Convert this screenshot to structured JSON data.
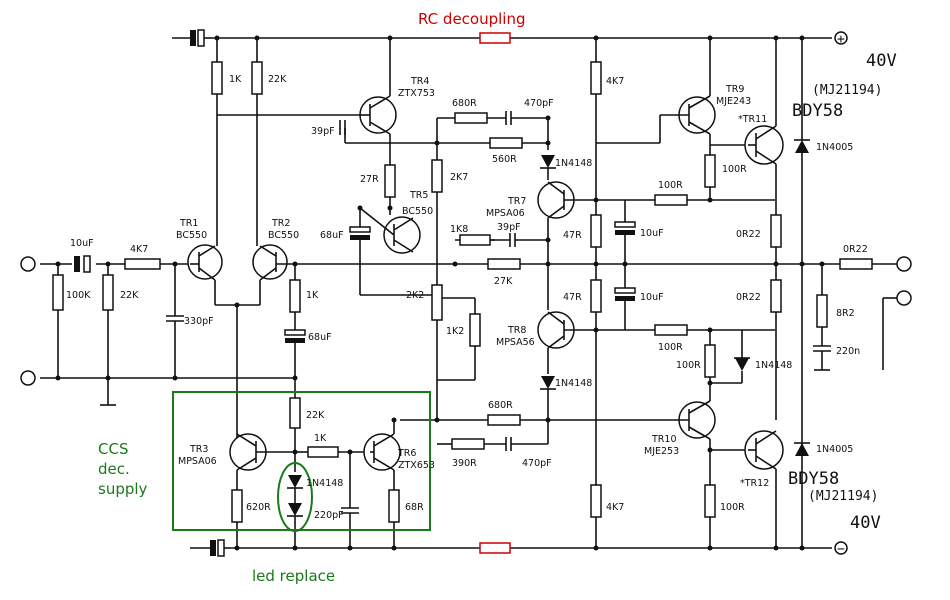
{
  "notes": {
    "rc_decoupling": "RC decoupling",
    "ccs_line1": "CCS",
    "ccs_line2": "dec.",
    "ccs_line3": "supply",
    "led_replace": "led replace"
  },
  "supply": {
    "pos_voltage": "40V",
    "neg_voltage": "40V",
    "pos_symbol": "+",
    "neg_symbol": "−",
    "output_upper": "BDY58",
    "output_upper_sub": "(MJ21194)",
    "output_lower": "BDY58",
    "output_lower_sub": "(MJ21194)"
  },
  "transistors": {
    "tr1": "TR1",
    "tr1_part": "BC550",
    "tr2": "TR2",
    "tr2_part": "BC550",
    "tr3": "TR3",
    "tr3_part": "MPSA06",
    "tr4": "TR4",
    "tr4_part": "ZTX753",
    "tr5": "TR5",
    "tr5_part": "BC550",
    "tr6": "TR6",
    "tr6_part": "ZTX653",
    "tr7": "TR7",
    "tr7_part": "MPSA06",
    "tr8": "TR8",
    "tr8_part": "MPSA56",
    "tr9": "TR9",
    "tr9_part": "MJE243",
    "tr10": "TR10",
    "tr10_part": "MJE253",
    "tr11": "*TR11",
    "tr12": "*TR12"
  },
  "components": {
    "c_in": "10uF",
    "r_in_series": "4K7",
    "r_in_shunt": "100K",
    "r_base": "22K",
    "c_330": "330pF",
    "r_1k_top": "1K",
    "r_22k_top": "22K",
    "c_39_tr4": "39pF",
    "r_27r": "27R",
    "c_68_tr5": "68uF",
    "r_2k7": "2K7",
    "r_1k8": "1K8",
    "c_39_tr7": "39pF",
    "r_27k": "27K",
    "r_680_top": "680R",
    "c_470_top": "470pF",
    "r_560": "560R",
    "d_top": "1N4148",
    "r_4k7_top": "4K7",
    "r_47_top": "47R",
    "c_10_top": "10uF",
    "r_100_mid_top": "100R",
    "r_100_tr9": "100R",
    "r_0r22_top": "0R22",
    "d_1n4005_top": "1N4005",
    "r_out": "0R22",
    "r_8r2": "8R2",
    "c_220n": "220n",
    "r_1k_fb": "1K",
    "c_68_fb": "68uF",
    "pot_2k2": "2K2",
    "r_1k2": "1K2",
    "r_47_bot": "47R",
    "c_10_bot": "10uF",
    "r_100_mid_bot": "100R",
    "r_100_tr10b": "100R",
    "d_mid": "1N4148",
    "r_0r22_bot": "0R22",
    "d_bot": "1N4148",
    "r_680_bot": "680R",
    "r_390": "390R",
    "c_470_bot": "470pF",
    "r_22k_ccs": "22K",
    "r_1k_ccs": "1K",
    "d_ccs": "1N4148",
    "c_220p": "220pF",
    "r_620": "620R",
    "r_68r": "68R",
    "r_4k7_bot": "4K7",
    "r_100_tr10": "100R",
    "d_1n4005_bot": "1N4005"
  }
}
